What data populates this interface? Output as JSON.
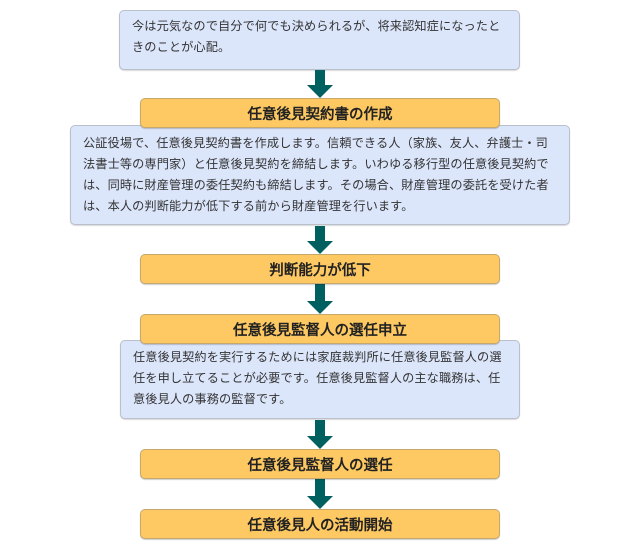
{
  "colors": {
    "note_box_bg": "#dce6fb",
    "note_box_border": "#b9c0cc",
    "step_box_bg": "#fec962",
    "step_box_border": "#c8a86a",
    "arrow": "#006060"
  },
  "intro": {
    "text": "今は元気なので自分で何でも決められるが、将来認知症になったときのことが心配。"
  },
  "steps": [
    {
      "title": "任意後見契約書の作成",
      "description": "公証役場で、任意後見契約書を作成します。信頼できる人（家族、友人、弁護士・司法書士等の専門家）と任意後見契約を締結します。いわゆる移行型の任意後見契約では、同時に財産管理の委任契約も締結します。その場合、財産管理の委託を受けた者は、本人の判断能力が低下する前から財産管理を行います。"
    },
    {
      "title": "判断能力が低下"
    },
    {
      "title": "任意後見監督人の選任申立",
      "description": "任意後見契約を実行するためには家庭裁判所に任意後見監督人の選任を申し立てることが必要です。任意後見監督人の主な職務は、任意後見人の事務の監督です。"
    },
    {
      "title": "任意後見監督人の選任"
    },
    {
      "title": "任意後見人の活動開始"
    }
  ]
}
